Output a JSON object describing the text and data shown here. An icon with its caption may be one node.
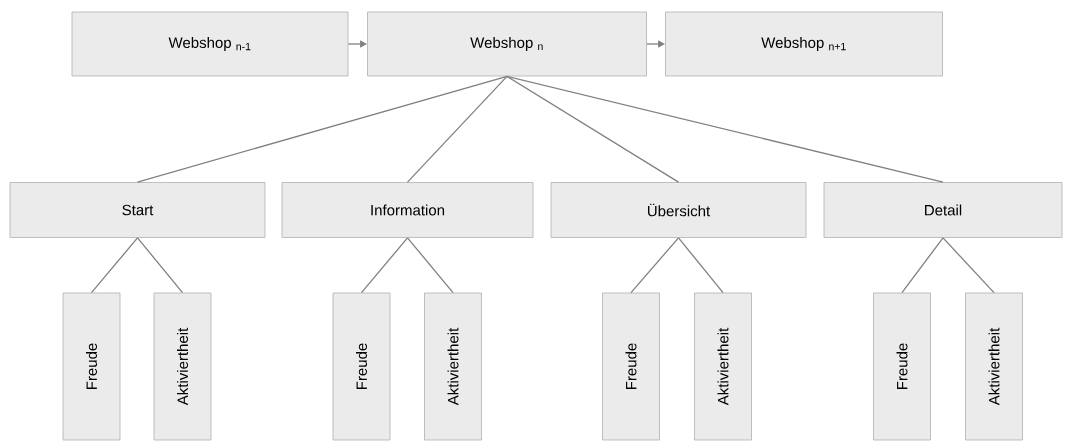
{
  "diagram": {
    "nodes": [
      {
        "text": [
          "Webshop $_{n-1}$"
        ]
      },
      {
        "text": [
          "Webshop $_{n}$"
        ]
      },
      {
        "text": [
          "Webshop $_{n+1}$"
        ]
      },
      {
        "text": [
          "Start"
        ]
      },
      {
        "text": [
          "Information"
        ]
      },
      {
        "text": [
          "Übersicht"
        ]
      },
      {
        "text": [
          "Detail"
        ]
      },
      {
        "text": [
          "Freude"
        ]
      },
      {
        "text": [
          "Aktiviertheit"
        ]
      },
      {
        "text": [
          "Freude"
        ]
      },
      {
        "text": [
          "Aktiviertheit"
        ]
      },
      {
        "text": [
          "Freude"
        ]
      },
      {
        "text": [
          "Aktiviertheit"
        ]
      },
      {
        "text": [
          "Freude"
        ]
      },
      {
        "text": [
          "Aktiviertheit"
        ]
      }
    ],
    "edges": [
      {
        "from": 0,
        "to": 1,
        "arrow": "to"
      },
      {
        "from": 1,
        "to": 2,
        "arrow": "to"
      },
      {
        "from": 1,
        "to": 3,
        "arrow": "none"
      },
      {
        "from": 1,
        "to": 4,
        "arrow": "none"
      },
      {
        "from": 1,
        "to": 5,
        "arrow": "none"
      },
      {
        "from": 1,
        "to": 6,
        "arrow": "none"
      },
      {
        "from": 3,
        "to": 7,
        "arrow": "none"
      },
      {
        "from": 3,
        "to": 8,
        "arrow": "none"
      },
      {
        "from": 4,
        "to": 9,
        "arrow": "none"
      },
      {
        "from": 4,
        "to": 10,
        "arrow": "none"
      },
      {
        "from": 5,
        "to": 11,
        "arrow": "none"
      },
      {
        "from": 5,
        "to": 12,
        "arrow": "none"
      },
      {
        "from": 6,
        "to": 13,
        "arrow": "none"
      },
      {
        "from": 6,
        "to": 14,
        "arrow": "none"
      }
    ]
  }
}
